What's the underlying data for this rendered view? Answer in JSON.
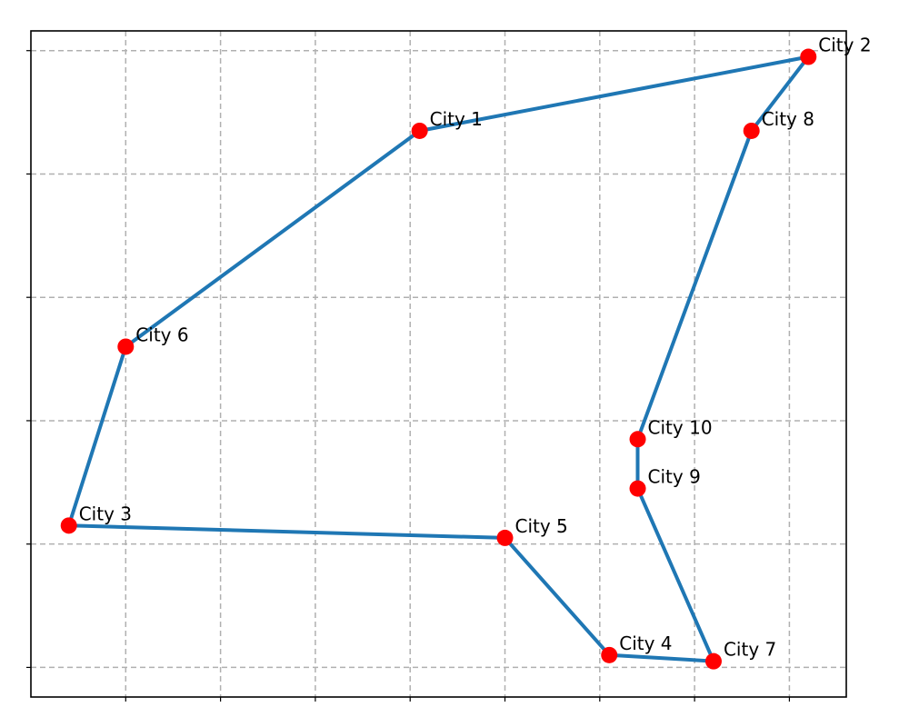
{
  "chart_data": {
    "type": "line",
    "title": "",
    "xlabel": "",
    "ylabel": "",
    "xlim": [
      5,
      91
    ],
    "ylim": [
      -2.4,
      51.6
    ],
    "grid": true,
    "x_ticks": [
      15,
      25,
      35,
      45,
      55,
      65,
      75,
      85
    ],
    "y_ticks": [
      0,
      10,
      20,
      30,
      40,
      50
    ],
    "colors": {
      "route": "#1f77b4",
      "city": "#ff0000",
      "grid": "#b0b0b0"
    },
    "cities": [
      {
        "label": "City 1",
        "x": 46,
        "y": 43.5
      },
      {
        "label": "City 2",
        "x": 87,
        "y": 49.5
      },
      {
        "label": "City 3",
        "x": 9,
        "y": 11.5
      },
      {
        "label": "City 4",
        "x": 66,
        "y": 1
      },
      {
        "label": "City 5",
        "x": 55,
        "y": 10.5
      },
      {
        "label": "City 6",
        "x": 15,
        "y": 26
      },
      {
        "label": "City 7",
        "x": 77,
        "y": 0.5
      },
      {
        "label": "City 8",
        "x": 81,
        "y": 43.5
      },
      {
        "label": "City 9",
        "x": 69,
        "y": 14.5
      },
      {
        "label": "City 10",
        "x": 69,
        "y": 18.5
      }
    ],
    "route": [
      "City 1",
      "City 2",
      "City 8",
      "City 10",
      "City 9",
      "City 7",
      "City 4",
      "City 5",
      "City 3",
      "City 6",
      "City 1"
    ]
  }
}
